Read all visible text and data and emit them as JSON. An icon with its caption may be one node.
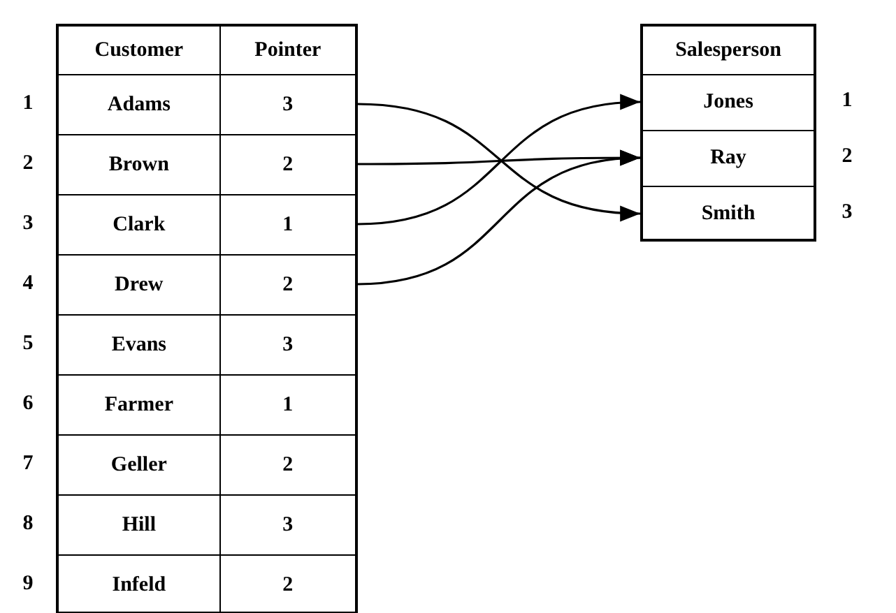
{
  "diagram": {
    "nodes": [
      {
        "text": [
          "Customer",
          "Pointer"
        ]
      },
      {
        "text": [
          "Adams",
          "3"
        ],
        "in": 0,
        "beside": [
          "1"
        ]
      },
      {
        "text": [
          "Brown",
          "2"
        ],
        "in": 0,
        "beside": [
          "2"
        ]
      },
      {
        "text": [
          "Clark",
          "1"
        ],
        "in": 0,
        "beside": [
          "3"
        ]
      },
      {
        "text": [
          "Drew",
          "2"
        ],
        "in": 0,
        "beside": [
          "4"
        ]
      },
      {
        "text": [
          "Evans",
          "3"
        ],
        "in": 0,
        "beside": [
          "5"
        ]
      },
      {
        "text": [
          "Farmer",
          "1"
        ],
        "in": 0,
        "beside": [
          "6"
        ]
      },
      {
        "text": [
          "Geller",
          "2"
        ],
        "in": 0,
        "beside": [
          "7"
        ]
      },
      {
        "text": [
          "Hill",
          "3"
        ],
        "in": 0,
        "beside": [
          "8"
        ]
      },
      {
        "text": [
          "Infeld",
          "2"
        ],
        "in": 0,
        "beside": [
          "9"
        ]
      },
      {
        "text": [
          "Salesperson"
        ]
      },
      {
        "text": [
          "Jones"
        ],
        "in": 10,
        "beside": [
          "1"
        ]
      },
      {
        "text": [
          "Ray"
        ],
        "in": 10,
        "beside": [
          "2"
        ]
      },
      {
        "text": [
          "Smith"
        ],
        "in": 10,
        "beside": [
          "3"
        ]
      }
    ],
    "edges": [
      {
        "from": 1,
        "to": 13,
        "arrow": "to"
      },
      {
        "from": 2,
        "to": 12,
        "arrow": "to"
      },
      {
        "from": 3,
        "to": 11,
        "arrow": "to"
      },
      {
        "from": 4,
        "to": 12,
        "arrow": "to"
      }
    ]
  }
}
